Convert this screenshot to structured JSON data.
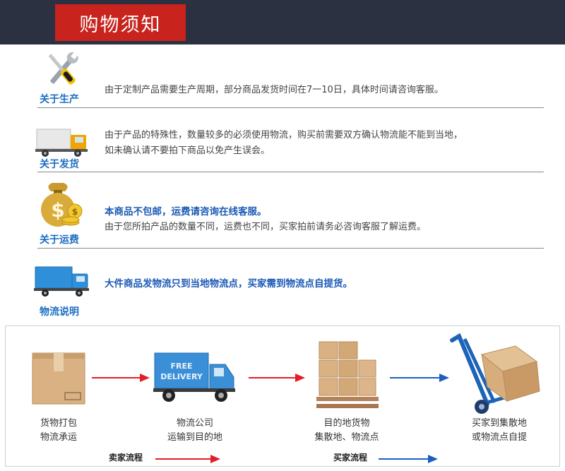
{
  "header": {
    "title": "购物须知"
  },
  "notices": [
    {
      "caption": "关于生产",
      "icon": "tools-icon",
      "lines": [
        "由于定制产品需要生产周期，部分商品发货时间在7一10日，具体时间请咨询客服。"
      ]
    },
    {
      "caption": "关于发货",
      "icon": "delivery-truck-icon",
      "lines": [
        "由于产品的特殊性，数量较多的必须使用物流，购买前需要双方确认物流能不能到当地，",
        "如未确认请不要拍下商品以免产生误会。"
      ]
    },
    {
      "caption": "关于运费",
      "icon": "money-bag-icon",
      "highlight": "本商品不包邮，运费请咨询在线客服。",
      "lines": [
        "由于您所拍产品的数量不同，运费也不同，买家拍前请务必咨询客服了解运费。"
      ]
    },
    {
      "caption": "物流说明",
      "icon": "blue-truck-icon",
      "highlight": "大件商品发物流只到当地物流点，买家需到物流点自提货。"
    }
  ],
  "process": {
    "steps": [
      {
        "line1": "货物打包",
        "line2": "物流承运"
      },
      {
        "line1": "物流公司",
        "line2": "运输到目的地",
        "truck_text1": "FREE",
        "truck_text2": "DELIVERY"
      },
      {
        "line1": "目的地货物",
        "line2": "集散地、物流点"
      },
      {
        "line1": "买家到集散地",
        "line2": "或物流点自提"
      }
    ],
    "legend_seller": "卖家流程",
    "legend_buyer": "买家流程",
    "colors": {
      "seller_arrow": "#e41e26",
      "buyer_arrow": "#1b5fc1"
    }
  }
}
